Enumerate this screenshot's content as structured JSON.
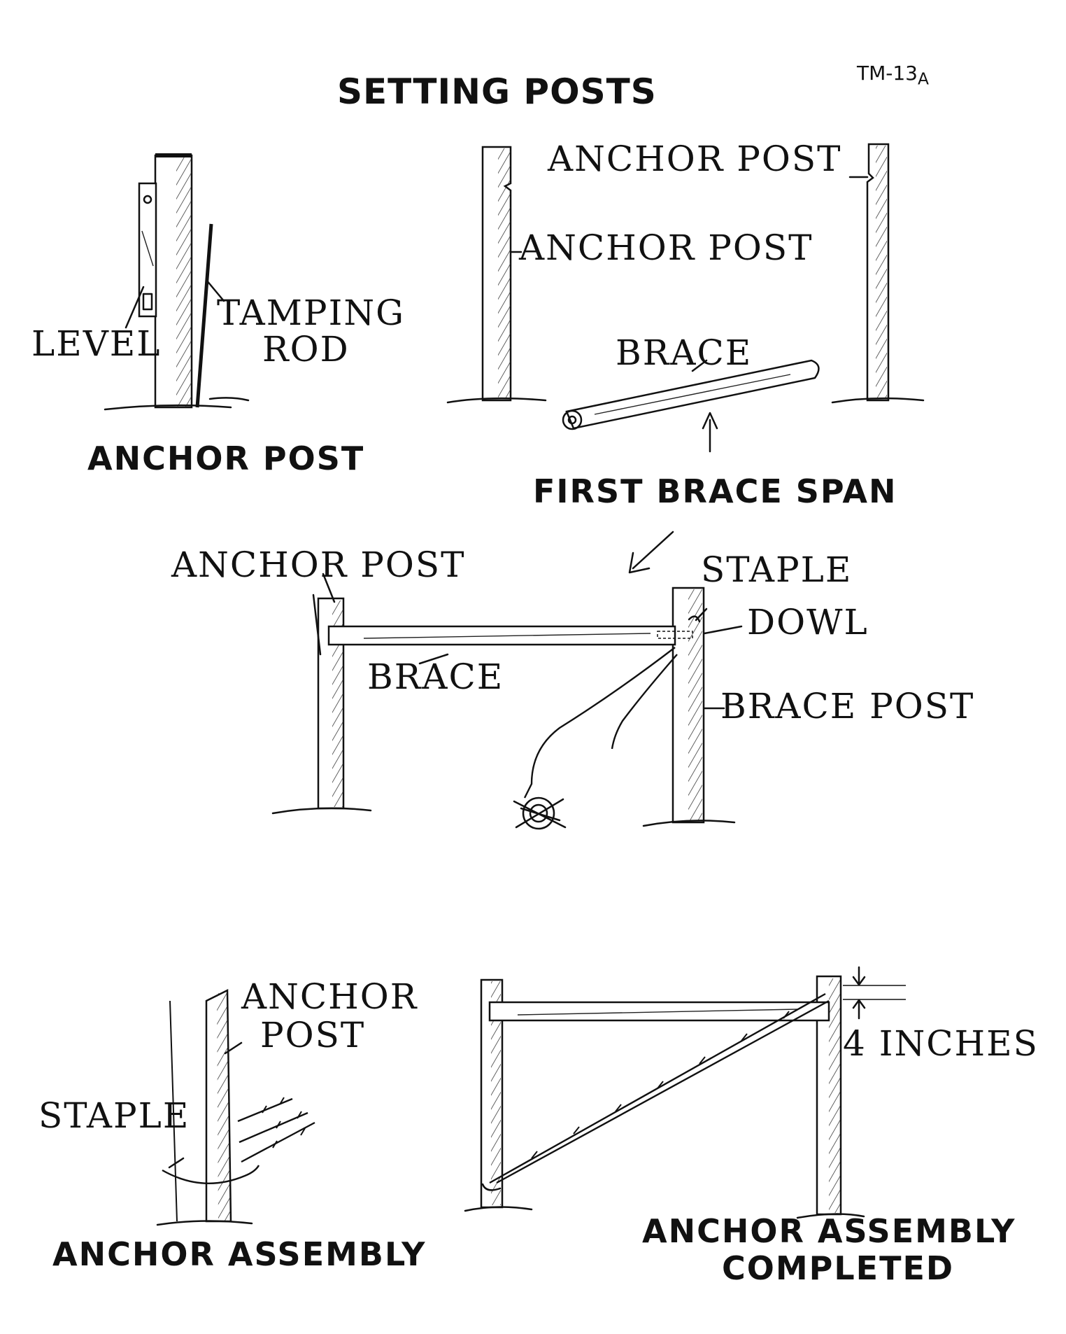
{
  "header": {
    "title": "SETTING POSTS",
    "doc_code": "TM-13",
    "doc_code_sub": "A"
  },
  "panel_anchor_post": {
    "caption": "ANCHOR POST",
    "level_label": "LEVEL",
    "tamping_rod_line1": "TAMPING",
    "tamping_rod_line2": "ROD"
  },
  "panel_first_brace_span": {
    "caption": "FIRST BRACE SPAN",
    "anchor_post_right_label": "ANCHOR POST",
    "anchor_post_left_label": "ANCHOR POST",
    "brace_label": "BRACE"
  },
  "panel_brace_assembly": {
    "anchor_post_label": "ANCHOR POST",
    "staple_label": "STAPLE",
    "dowl_label": "DOWL",
    "brace_label": "BRACE",
    "brace_post_label": "BRACE POST"
  },
  "panel_anchor_assembly": {
    "caption": "ANCHOR ASSEMBLY",
    "anchor_post_line1": "ANCHOR",
    "anchor_post_line2": "POST",
    "staple_label": "STAPLE"
  },
  "panel_anchor_assembly_completed": {
    "caption_line1": "ANCHOR ASSEMBLY",
    "caption_line2": "COMPLETED",
    "measure_label": "4 INCHES"
  }
}
